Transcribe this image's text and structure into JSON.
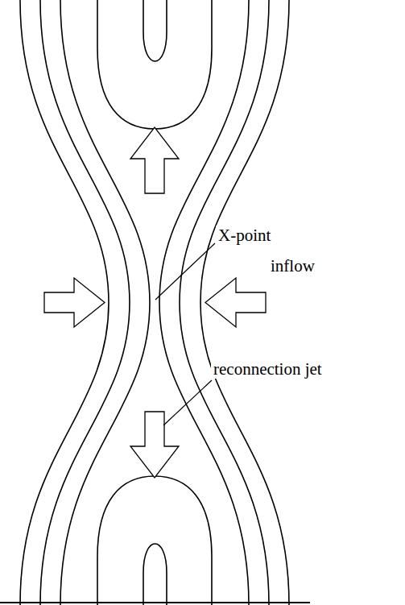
{
  "diagram": {
    "labels": [
      "X-point",
      "inflow",
      "reconnection jet"
    ]
  }
}
